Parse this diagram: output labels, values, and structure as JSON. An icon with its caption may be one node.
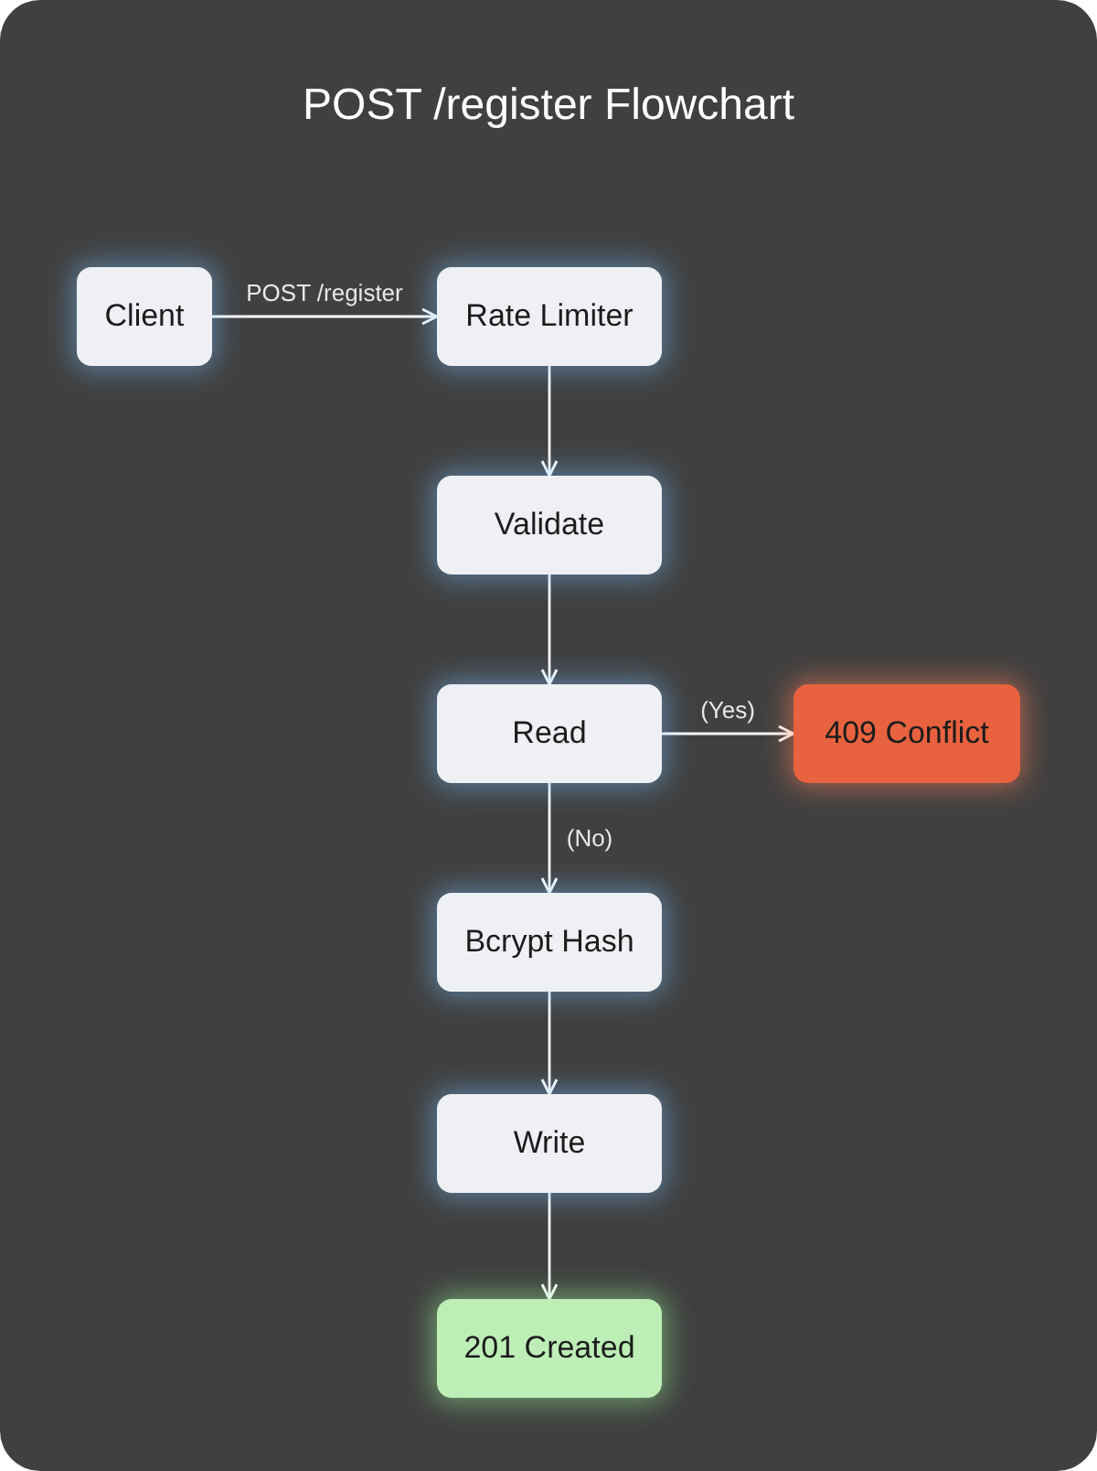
{
  "diagram": {
    "title": "POST /register Flowchart",
    "nodes": [
      {
        "text": [
          "Client"
        ]
      },
      {
        "text": [
          "Rate Limiter"
        ]
      },
      {
        "text": [
          "Validate"
        ]
      },
      {
        "text": [
          "Read"
        ]
      },
      {
        "text": [
          "409 Conflict"
        ]
      },
      {
        "text": [
          "Bcrypt Hash"
        ]
      },
      {
        "text": [
          "Write"
        ]
      },
      {
        "text": [
          "201 Created"
        ]
      }
    ],
    "edges": [
      {
        "from": 0,
        "to": 1,
        "arrow": "to",
        "label": "POST /register"
      },
      {
        "from": 1,
        "to": 2,
        "arrow": "to"
      },
      {
        "from": 2,
        "to": 3,
        "arrow": "to"
      },
      {
        "from": 3,
        "to": 4,
        "arrow": "to",
        "label": "(Yes)"
      },
      {
        "from": 3,
        "to": 5,
        "arrow": "to",
        "label": "(No)"
      },
      {
        "from": 5,
        "to": 6,
        "arrow": "to"
      },
      {
        "from": 6,
        "to": 7,
        "arrow": "to"
      }
    ]
  }
}
